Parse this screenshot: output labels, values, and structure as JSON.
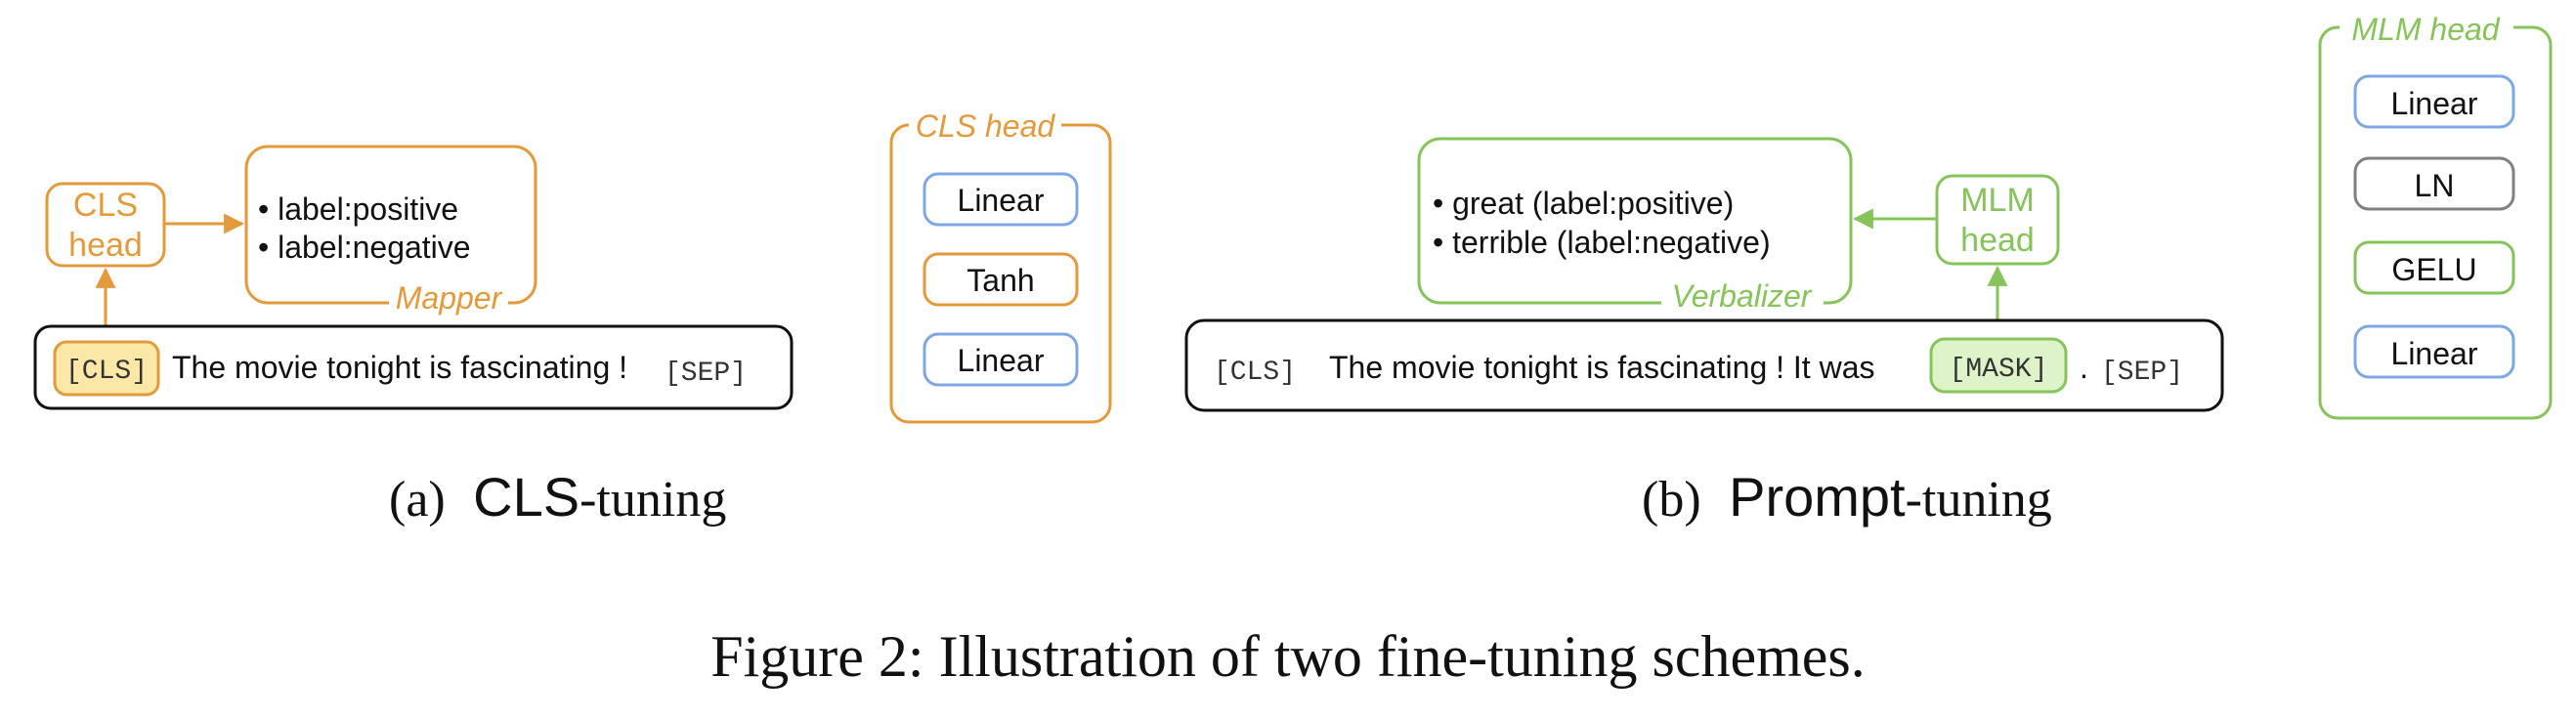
{
  "colors": {
    "orange": "#E29A3B",
    "orange_fill": "#FBE7A6",
    "green": "#86C35A",
    "green_fill": "#DDF3C8",
    "blue": "#7FA8E3",
    "gray": "#808080",
    "black": "#111111"
  },
  "panel_a": {
    "cls_head_label": [
      "CLS",
      "head"
    ],
    "mapper_items": [
      "• label:positive",
      "• label:negative"
    ],
    "mapper_caption": "Mapper",
    "input": {
      "cls_token": "[CLS]",
      "text": "The movie tonight is fascinating !",
      "sep_token": "[SEP]"
    },
    "cls_head_box": {
      "title": "CLS head",
      "layers": [
        "Linear",
        "Tanh",
        "Linear"
      ]
    },
    "caption_label": "(a)",
    "caption_method": "CLS",
    "caption_suffix": "-tuning"
  },
  "panel_b": {
    "mlm_head_label": [
      "MLM",
      "head"
    ],
    "verbalizer_items": [
      "• great (label:positive)",
      "• terrible (label:negative)"
    ],
    "verbalizer_caption": "Verbalizer",
    "input": {
      "cls_token": "[CLS]",
      "text": "The movie tonight is fascinating ! It was",
      "mask_token": "[MASK]",
      "period": ".",
      "sep_token": "[SEP]"
    },
    "mlm_head_box": {
      "title": "MLM head",
      "layers": [
        "Linear",
        "LN",
        "GELU",
        "Linear"
      ]
    },
    "caption_label": "(b)",
    "caption_method": "Prompt",
    "caption_suffix": "-tuning"
  },
  "figure_caption": "Figure 2: Illustration of two fine-tuning schemes."
}
